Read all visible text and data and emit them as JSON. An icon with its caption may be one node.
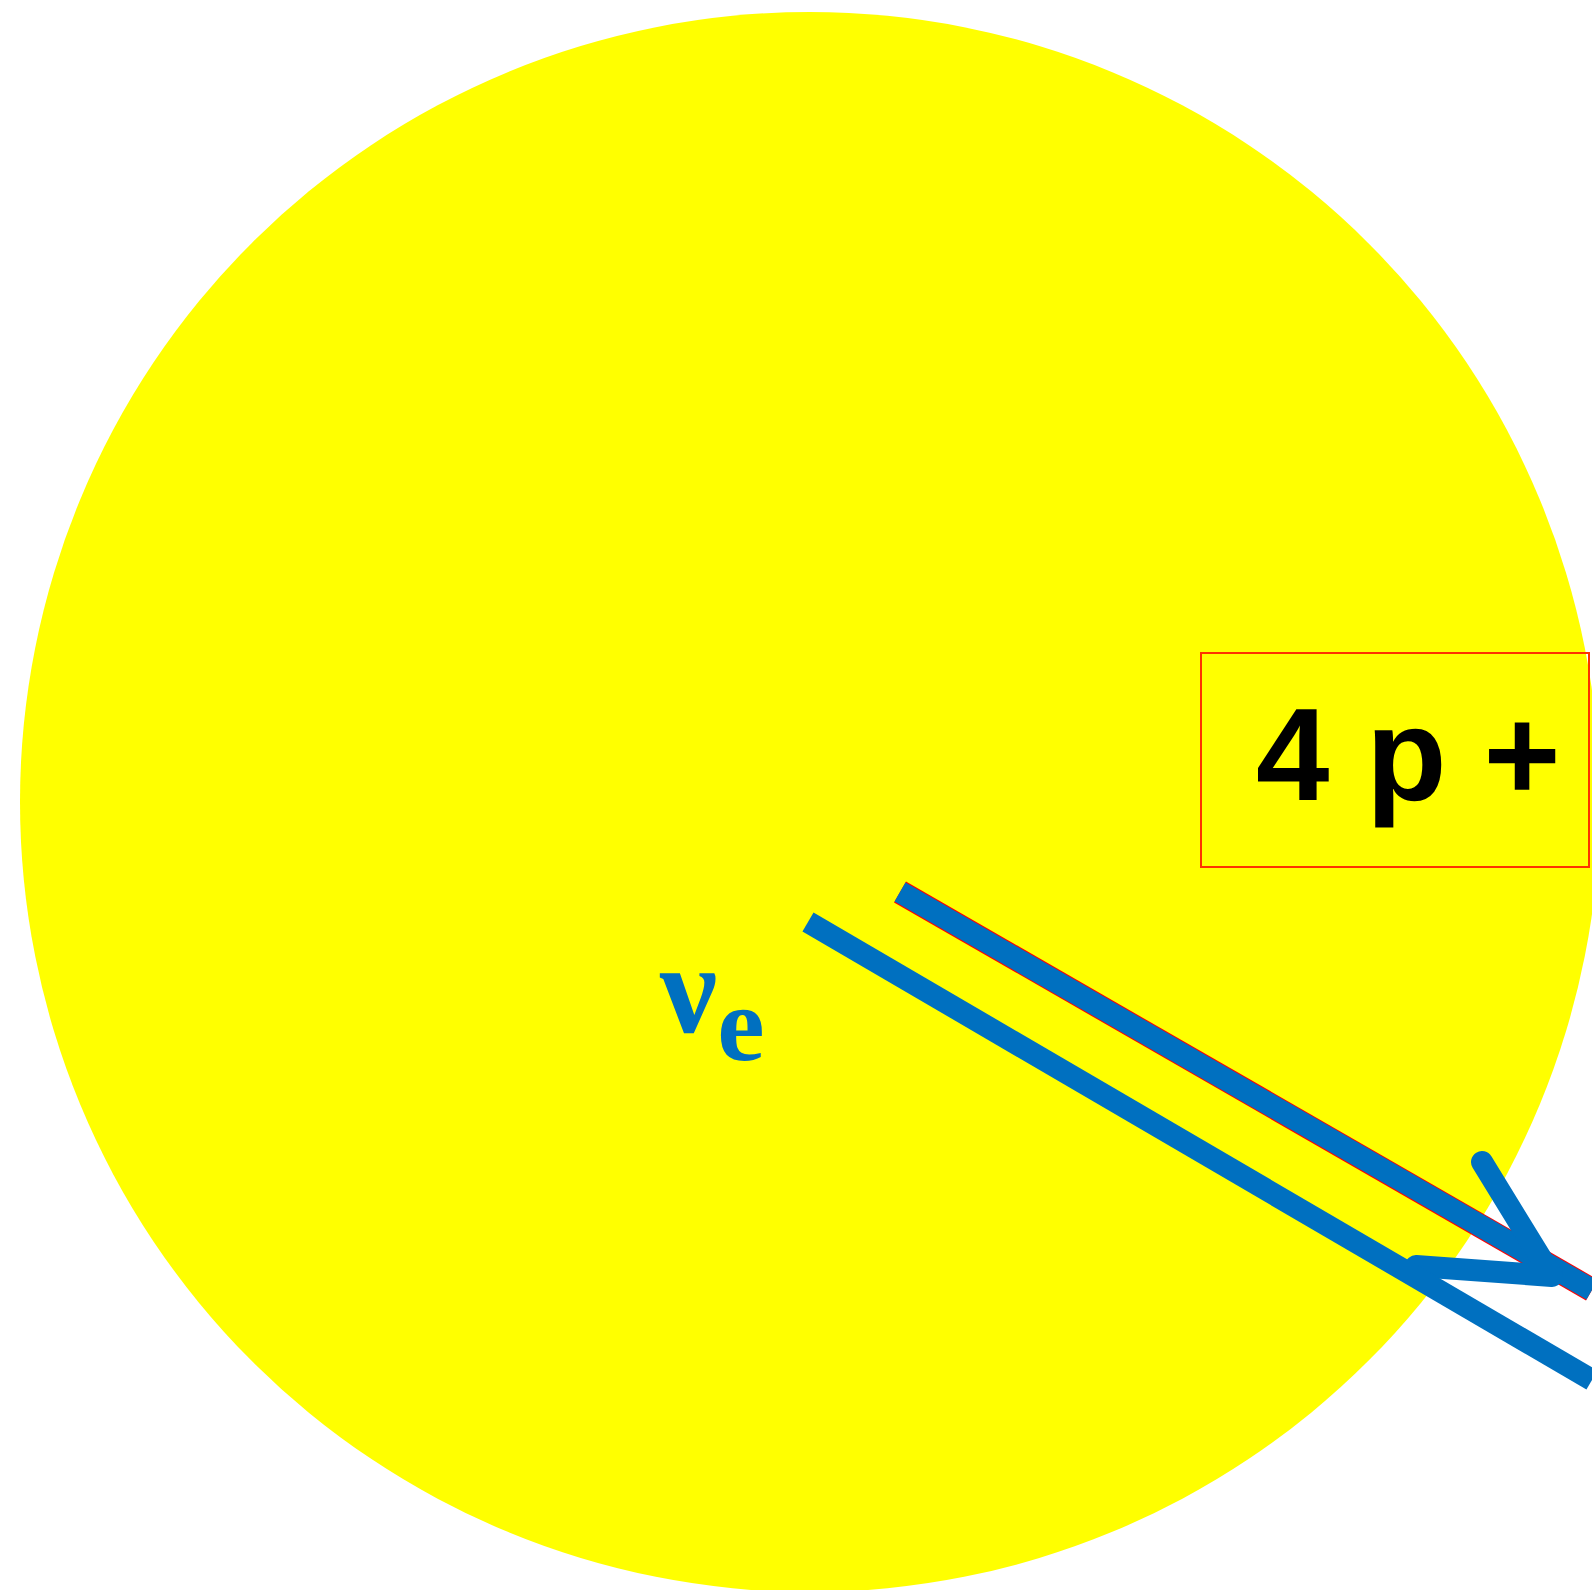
{
  "diagram": {
    "nodes": [
      {
        "text": [],
        "shape": "circle"
      },
      {
        "text": [
          "4 p +"
        ],
        "in": 0
      }
    ],
    "labels": [
      "ν$_{e}$"
    ]
  }
}
